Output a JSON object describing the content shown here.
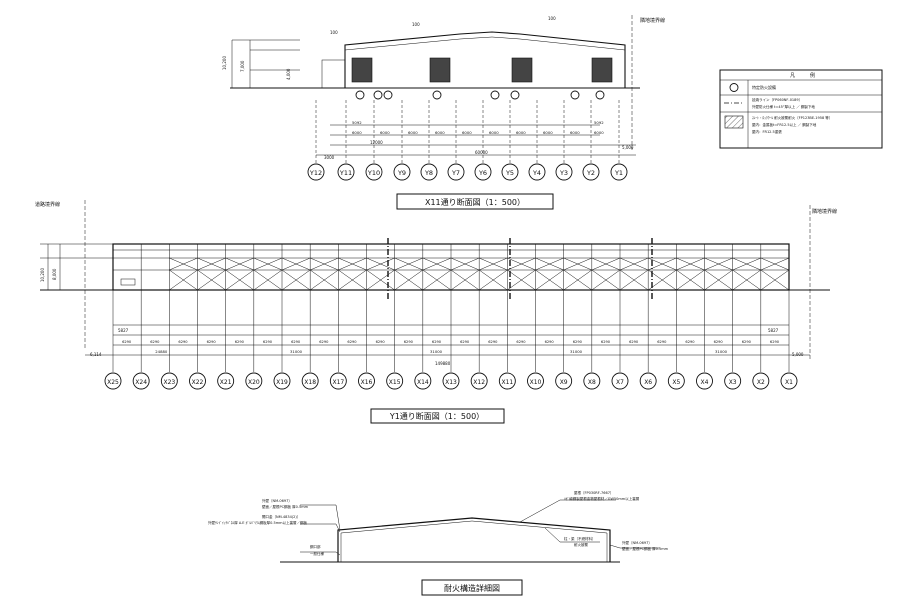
{
  "titles": {
    "x11_section": "X11通り断面図（1：500）",
    "y1_section": "Y1通り断面図（1：500）",
    "fire_detail": "耐火構造詳細図"
  },
  "boundary_labels": {
    "adjacent_land_top": "隣地境界線",
    "road_boundary": "道路境界線",
    "adjacent_land_right": "隣地境界線"
  },
  "legend": {
    "header": "凡　　　例",
    "row1": "特定防火設備",
    "row2a": "延焼ライン〔FP060NF-0189〕",
    "row2b": "外壁防火仕様 t=45°厚以上 ／ 鋼製下地",
    "row3a": "ｽﾚｰﾄ・ﾛｯｸｳｰﾙ 耐火被覆耐火〔FP123BE-1958 等〕",
    "row3b": "屋内：金属板t=FR12.5以上 ／ 鋼製下地",
    "row3c": "屋内：FR12.5重張"
  },
  "x11": {
    "grid_labels": [
      "Y12",
      "Y11",
      "Y10",
      "Y9",
      "Y8",
      "Y7",
      "Y6",
      "Y5",
      "Y4",
      "Y3",
      "Y2",
      "Y1"
    ],
    "dims_row1": [
      "5092",
      "",
      "",
      "",
      "",
      "",
      "",
      "",
      "",
      "5092"
    ],
    "dims_row2": [
      "6000",
      "6000",
      "6000",
      "6000",
      "6000",
      "6000",
      "6000",
      "6000",
      "6000",
      "6000"
    ],
    "dim_total_inner": "12000",
    "dim_total": "60000",
    "dim_left": "3000",
    "dim_right": "5,000",
    "heights": [
      "10,200",
      "7,000",
      "4,000"
    ],
    "top_dims": [
      "100",
      "100",
      "100"
    ]
  },
  "y1": {
    "grid_labels": [
      "X25",
      "X24",
      "X23",
      "X22",
      "X21",
      "X20",
      "X19",
      "X18",
      "X17",
      "X16",
      "X15",
      "X14",
      "X13",
      "X12",
      "X11",
      "X10",
      "X9",
      "X8",
      "X7",
      "X6",
      "X5",
      "X4",
      "X3",
      "X2",
      "X1"
    ],
    "bay_dims": [
      "6290",
      "6290",
      "6290",
      "6290",
      "6290",
      "6290",
      "6290",
      "6290",
      "6290",
      "6290",
      "6290",
      "6290",
      "6290",
      "6290",
      "6290",
      "6290",
      "6290",
      "6290",
      "6290",
      "6290",
      "6290",
      "6290",
      "6290",
      "6290"
    ],
    "group_dims": [
      "24880",
      "31000",
      "31000",
      "31000",
      "31000"
    ],
    "dim_total": "149880",
    "dim_left": "6,114",
    "dim_right": "5,000",
    "end_dims": [
      "5827",
      "5827"
    ],
    "heights": [
      "10,200",
      "8,000"
    ]
  },
  "fire_detail": {
    "note_top_left_1": "外壁〔NM-0697〕",
    "note_top_left_2": "壁面／屋根PC鋼板 厚0.5mm",
    "note_left_1": "開口金〔NM-4834(2)〕",
    "note_left_2": "外壁ｻﾝﾄﾞｲｯﾁﾊﾟﾈﾙ厚 A.E ｶﾞﾙﾊﾞﾘｳﾑ鋼板厚0.5mm以上裏層／鋼板",
    "note_bottom_left_1": "鋼口部",
    "note_bottom_left_2": "一般仕様",
    "note_top_right_1": "屋根〔FP030RF-7667〕",
    "note_top_right_2": "ﾊｾﾞ締鋼製屋根金物屋根材／GW50mm以上裏層",
    "note_right_1": "柱・梁〔不燃材料〕",
    "note_right_2": "耐火被覆",
    "note_far_right_1": "外壁〔NM-0697〕",
    "note_far_right_2": "壁面／屋根PC鋼板 厚0.5mm"
  }
}
